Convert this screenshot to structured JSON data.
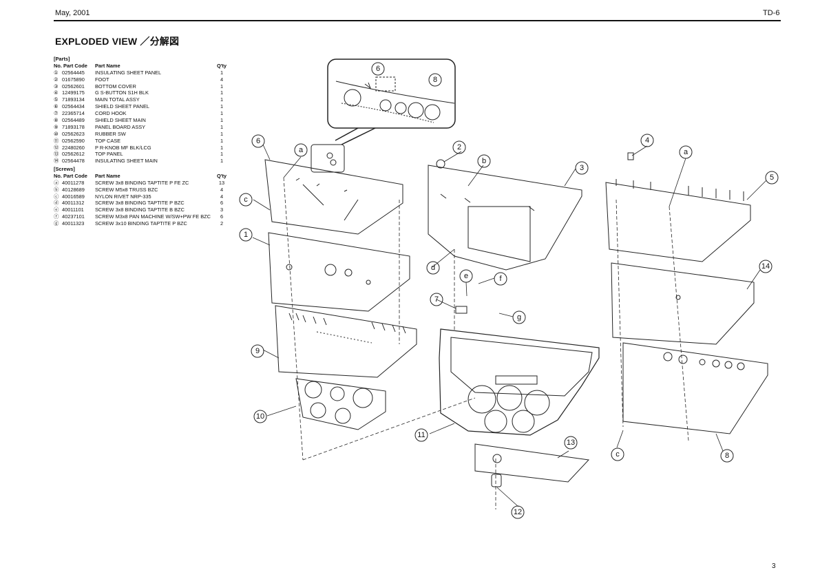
{
  "header": {
    "date": "May, 2001",
    "model": "TD-6"
  },
  "title": "EXPLODED VIEW ／分解図",
  "page_number": "3",
  "parts": {
    "section_label": "[Parts]",
    "columns": {
      "no_code": "No. Part Code",
      "name": "Part Name",
      "qty": "Q'ty"
    },
    "rows": [
      {
        "no": "①",
        "code": "02564445",
        "name": "INSULATING SHEET PANEL",
        "qty": "1"
      },
      {
        "no": "②",
        "code": "01675890",
        "name": "FOOT",
        "qty": "4"
      },
      {
        "no": "③",
        "code": "02562601",
        "name": "BOTTOM COVER",
        "qty": "1"
      },
      {
        "no": "④",
        "code": "12499175",
        "name": "G S-BUTTON S1H BLK",
        "qty": "1"
      },
      {
        "no": "⑤",
        "code": "71893134",
        "name": "MAIN TOTAL ASSY",
        "qty": "1"
      },
      {
        "no": "⑥",
        "code": "02564434",
        "name": "SHIELD SHEET PANEL",
        "qty": "1"
      },
      {
        "no": "⑦",
        "code": "22365714",
        "name": "CORD HOOK",
        "qty": "1"
      },
      {
        "no": "⑧",
        "code": "02564489",
        "name": "SHIELD SHEET MAIN",
        "qty": "1"
      },
      {
        "no": "⑨",
        "code": "71893178",
        "name": "PANEL BOARD ASSY",
        "qty": "1"
      },
      {
        "no": "⑩",
        "code": "02562623",
        "name": "RUBBER SW",
        "qty": "1"
      },
      {
        "no": "⑪",
        "code": "02562590",
        "name": "TOP CASE",
        "qty": "1"
      },
      {
        "no": "⑫",
        "code": "22480260",
        "name": "P R-KNOB MF BLK/LCG",
        "qty": "1"
      },
      {
        "no": "⑬",
        "code": "02562612",
        "name": "TOP PANEL",
        "qty": "1"
      },
      {
        "no": "⑭",
        "code": "02564478",
        "name": "INSULATING SHEET MAIN",
        "qty": "1"
      }
    ]
  },
  "screws": {
    "section_label": "[Screws]",
    "columns": {
      "no_code": "No. Part Code",
      "name": "Part Name",
      "qty": "Q'ty"
    },
    "rows": [
      {
        "no": "ⓐ",
        "code": "40011278",
        "name": "SCREW 3x8 BINDING TAPTITE P FE ZC",
        "qty": "13"
      },
      {
        "no": "ⓑ",
        "code": "40128689",
        "name": "SCREW M5x8 TRUSS BZC",
        "qty": "4"
      },
      {
        "no": "ⓒ",
        "code": "40016589",
        "name": "NYLON RIVET NRP-335",
        "qty": "4"
      },
      {
        "no": "ⓓ",
        "code": "40011312",
        "name": "SCREW 3x8 BINDING TAPTITE P BZC",
        "qty": "6"
      },
      {
        "no": "ⓔ",
        "code": "40011101",
        "name": "SCREW 3x8 BINDING TAPTITE B BZC",
        "qty": "3"
      },
      {
        "no": "ⓕ",
        "code": "40237101",
        "name": "SCREW M3x8 PAN MACHINE W/SW+PW FE BZC",
        "qty": "6"
      },
      {
        "no": "ⓖ",
        "code": "40011323",
        "name": "SCREW 3x10 BINDING TAPTITE P BZC",
        "qty": "2"
      }
    ]
  },
  "callouts": {
    "c1": "1",
    "c2": "2",
    "c3": "3",
    "c4": "4",
    "c5": "5",
    "c6": "6",
    "c6b": "6",
    "c7": "7",
    "c8": "8",
    "c8b": "8",
    "c9": "9",
    "c10": "10",
    "c11": "11",
    "c12": "12",
    "c13": "13",
    "c14": "14",
    "a1": "a",
    "a2": "a",
    "b": "b",
    "c_l": "c",
    "c_r": "c",
    "d": "d",
    "e": "e",
    "f": "f",
    "g": "g"
  }
}
